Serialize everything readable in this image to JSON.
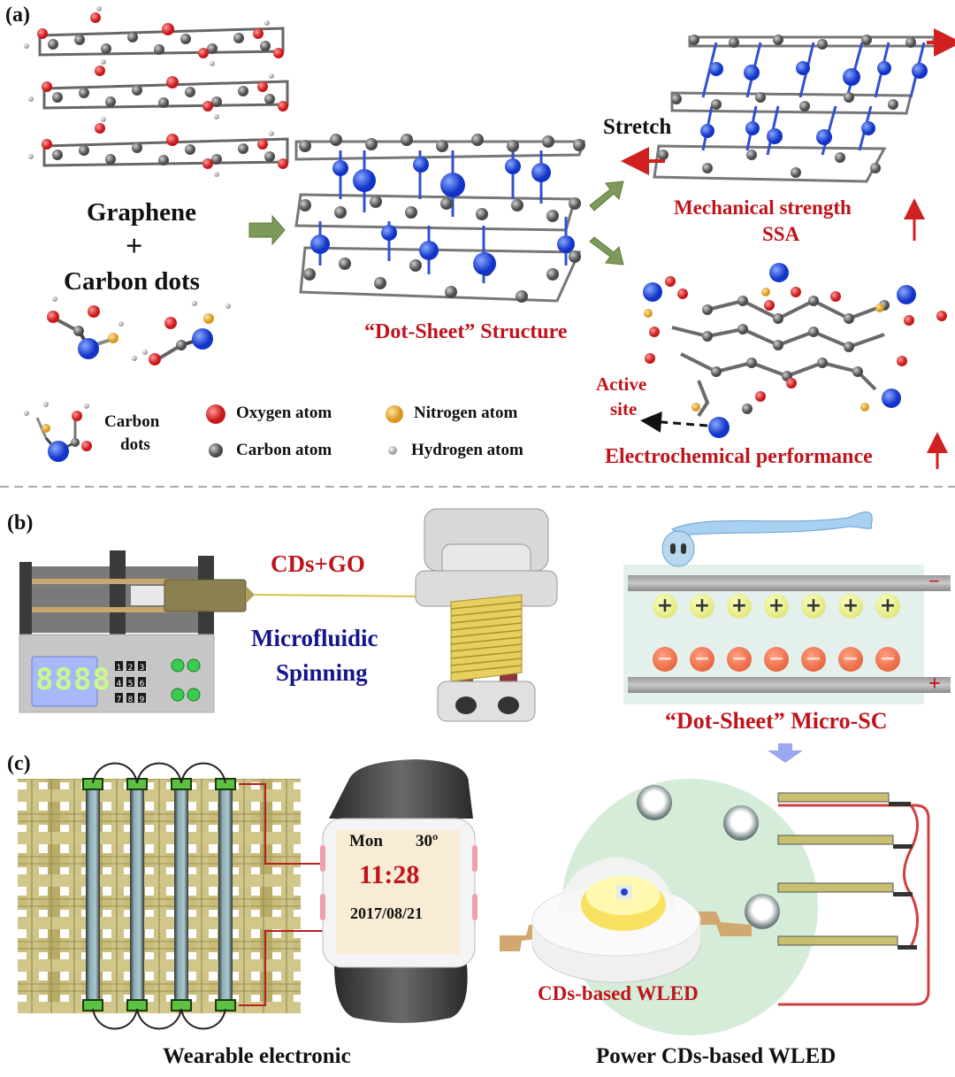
{
  "panels": {
    "a": {
      "tag": "(a)",
      "graphene_label": "Graphene",
      "plus": "+",
      "carbon_dots_label": "Carbon dots",
      "structure_label": "“Dot-Sheet” Structure",
      "stretch_label": "Stretch",
      "mechanical_label": "Mechanical strength",
      "ssa_label": "SSA",
      "active_site_line1": "Active",
      "active_site_line2": "site",
      "electrochem_label": "Electrochemical performance",
      "legend": {
        "carbon_dots_line1": "Carbon",
        "carbon_dots_line2": "dots",
        "items": [
          {
            "label": "Oxygen atom",
            "color": "#e02a2a"
          },
          {
            "label": "Nitrogen atom",
            "color": "#f0b040"
          },
          {
            "label": "Carbon atom",
            "color": "#505050"
          },
          {
            "label": "Hydrogen atom",
            "color": "#d8d8d8"
          }
        ]
      }
    },
    "b": {
      "tag": "(b)",
      "cds_go_label": "CDs+GO",
      "microfluidic_line1": "Microfluidic",
      "microfluidic_line2": "Spinning",
      "pump_display": "8888",
      "keypad": [
        "1",
        "2",
        "3",
        "4",
        "5",
        "6",
        "7",
        "8",
        "9"
      ],
      "microsc_label": "“Dot-Sheet” Micro-SC",
      "positive_ion": "+",
      "negative_ion": "−",
      "top_electrode_sign": "−",
      "bottom_electrode_sign": "+"
    },
    "c": {
      "tag": "(c)",
      "watch": {
        "day": "Mon",
        "temp": "30º",
        "time": "11:28",
        "date": "2017/08/21"
      },
      "wearable_label": "Wearable electronic",
      "wled_label": "CDs-based WLED",
      "power_label": "Power CDs-based WLED"
    }
  },
  "colors": {
    "label_red": "#c0141c",
    "label_blue": "#14148c",
    "arrow_green": "#7a9a5a",
    "nitrogen_blue": "#2a50e0",
    "carbon_gray": "#707070"
  }
}
